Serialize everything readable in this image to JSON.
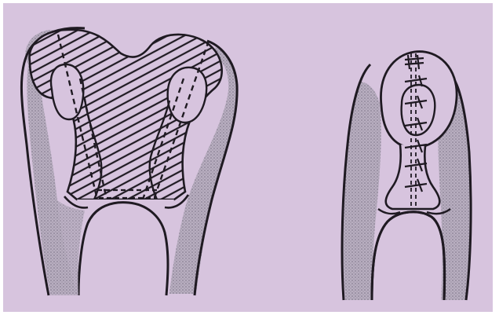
{
  "figure": {
    "background_color": "#d7c4de",
    "ink_color": "#1f1a22",
    "stipple_color": "#9f96a6",
    "panels": [
      {
        "name": "left-panel",
        "description_icon": "hatched-wedge-illustration"
      },
      {
        "name": "right-panel",
        "description_icon": "sutured-closure-illustration"
      }
    ]
  }
}
